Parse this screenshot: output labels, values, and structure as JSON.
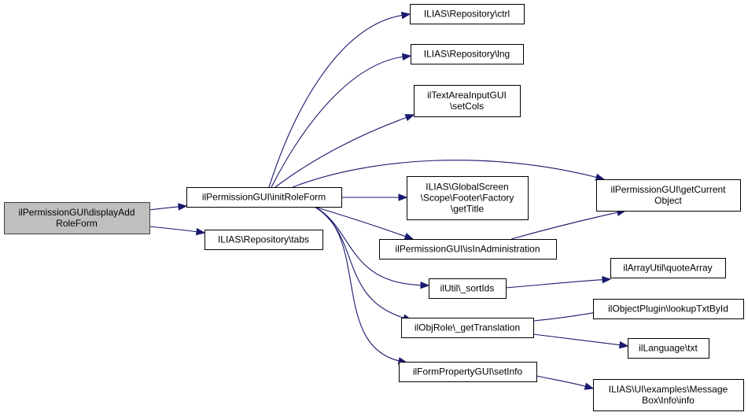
{
  "diagram": {
    "type": "call-graph",
    "colors": {
      "edge": "#191970",
      "root_fill": "#bfbfbf",
      "node_fill": "#ffffff",
      "node_border": "#000000"
    },
    "nodes": [
      {
        "id": "displayAddRoleForm",
        "lines": [
          "ilPermissionGUI\\displayAdd",
          "RoleForm"
        ],
        "root": true
      },
      {
        "id": "initRoleForm",
        "lines": [
          "ilPermissionGUI\\initRoleForm"
        ]
      },
      {
        "id": "tabs",
        "lines": [
          "ILIAS\\Repository\\tabs"
        ]
      },
      {
        "id": "ctrl",
        "lines": [
          "ILIAS\\Repository\\ctrl"
        ]
      },
      {
        "id": "lng",
        "lines": [
          "ILIAS\\Repository\\lng"
        ]
      },
      {
        "id": "setCols",
        "lines": [
          "ilTextAreaInputGUI",
          "\\setCols"
        ]
      },
      {
        "id": "getTitle",
        "lines": [
          "ILIAS\\GlobalScreen",
          "\\Scope\\Footer\\Factory",
          "\\getTitle"
        ]
      },
      {
        "id": "getCurrentObject",
        "lines": [
          "ilPermissionGUI\\getCurrent",
          "Object"
        ]
      },
      {
        "id": "isInAdministration",
        "lines": [
          "ilPermissionGUI\\isInAdministration"
        ]
      },
      {
        "id": "sortIds",
        "lines": [
          "ilUtil\\_sortIds"
        ]
      },
      {
        "id": "getTranslation",
        "lines": [
          "ilObjRole\\_getTranslation"
        ]
      },
      {
        "id": "setInfo",
        "lines": [
          "ilFormPropertyGUI\\setInfo"
        ]
      },
      {
        "id": "quoteArray",
        "lines": [
          "ilArrayUtil\\quoteArray"
        ]
      },
      {
        "id": "lookupTxtById",
        "lines": [
          "ilObjectPlugin\\lookupTxtById"
        ]
      },
      {
        "id": "txt",
        "lines": [
          "ilLanguage\\txt"
        ]
      },
      {
        "id": "messageBoxInfo",
        "lines": [
          "ILIAS\\UI\\examples\\Message",
          "Box\\Info\\info"
        ]
      }
    ],
    "edges": [
      {
        "from": "displayAddRoleForm",
        "to": "initRoleForm"
      },
      {
        "from": "displayAddRoleForm",
        "to": "tabs"
      },
      {
        "from": "initRoleForm",
        "to": "ctrl"
      },
      {
        "from": "initRoleForm",
        "to": "lng"
      },
      {
        "from": "initRoleForm",
        "to": "setCols"
      },
      {
        "from": "initRoleForm",
        "to": "getCurrentObject"
      },
      {
        "from": "initRoleForm",
        "to": "getTitle"
      },
      {
        "from": "initRoleForm",
        "to": "isInAdministration"
      },
      {
        "from": "initRoleForm",
        "to": "sortIds"
      },
      {
        "from": "initRoleForm",
        "to": "getTranslation"
      },
      {
        "from": "initRoleForm",
        "to": "setInfo"
      },
      {
        "from": "isInAdministration",
        "to": "getCurrentObject"
      },
      {
        "from": "sortIds",
        "to": "quoteArray"
      },
      {
        "from": "getTranslation",
        "to": "lookupTxtById"
      },
      {
        "from": "getTranslation",
        "to": "txt"
      },
      {
        "from": "setInfo",
        "to": "messageBoxInfo"
      }
    ]
  }
}
